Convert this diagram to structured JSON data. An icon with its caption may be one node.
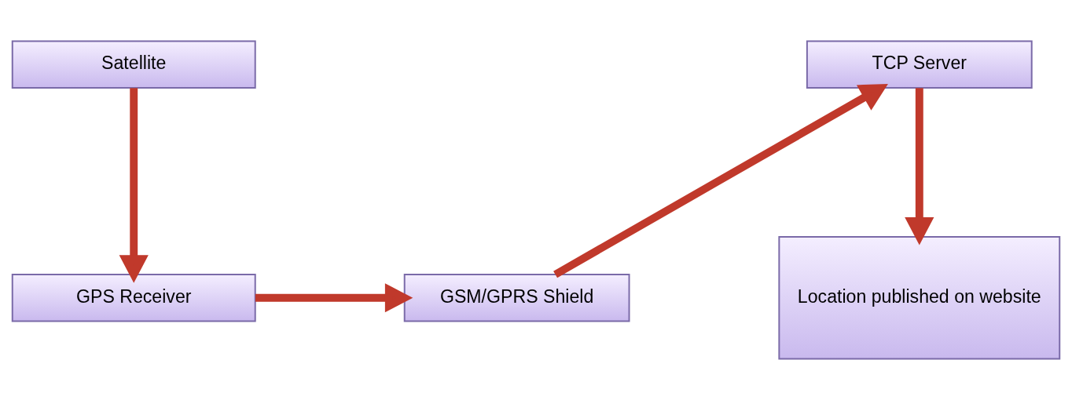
{
  "diagram": {
    "nodes": [
      {
        "text": [
          "Satellite"
        ]
      },
      {
        "text": [
          "GPS Receiver"
        ]
      },
      {
        "text": [
          "GSM/GPRS Shield"
        ]
      },
      {
        "text": [
          "TCP Server"
        ]
      },
      {
        "text": [
          "Location published on website"
        ]
      }
    ],
    "edges": [
      {
        "from": 0,
        "to": 1,
        "arrow": "to"
      },
      {
        "from": 1,
        "to": 2,
        "arrow": "to"
      },
      {
        "from": 2,
        "to": 3,
        "arrow": "to"
      },
      {
        "from": 3,
        "to": 4,
        "arrow": "to"
      }
    ]
  }
}
